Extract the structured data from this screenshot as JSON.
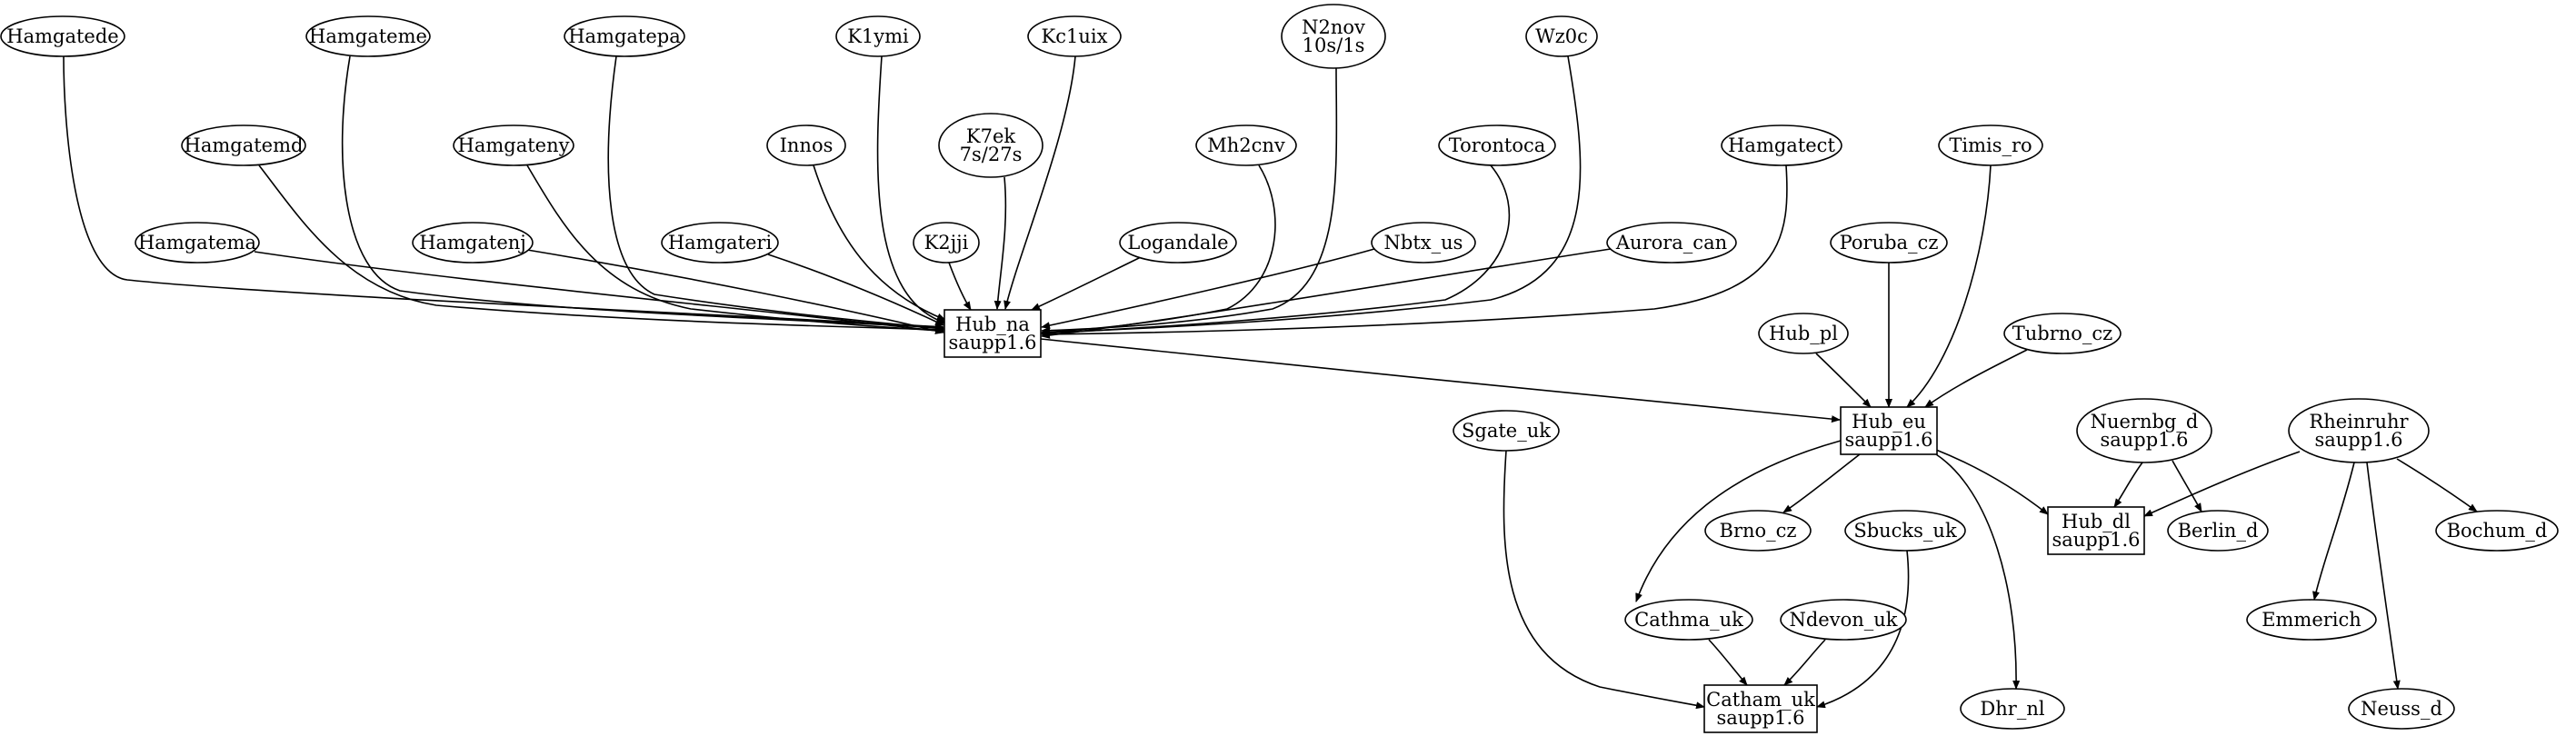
{
  "diagram": {
    "type": "directed-graph",
    "nodes": [
      {
        "id": "hamgatede",
        "shape": "ellipse",
        "lines": [
          "Hamgatede"
        ]
      },
      {
        "id": "hamgateme",
        "shape": "ellipse",
        "lines": [
          "Hamgateme"
        ]
      },
      {
        "id": "hamgatepa",
        "shape": "ellipse",
        "lines": [
          "Hamgatepa"
        ]
      },
      {
        "id": "k1ymi",
        "shape": "ellipse",
        "lines": [
          "K1ymi"
        ]
      },
      {
        "id": "kc1uix",
        "shape": "ellipse",
        "lines": [
          "Kc1uix"
        ]
      },
      {
        "id": "n2nov",
        "shape": "ellipse",
        "lines": [
          "N2nov",
          "10s/1s"
        ]
      },
      {
        "id": "wz0c",
        "shape": "ellipse",
        "lines": [
          "Wz0c"
        ]
      },
      {
        "id": "hamgatemd",
        "shape": "ellipse",
        "lines": [
          "Hamgatemd"
        ]
      },
      {
        "id": "hamgateny",
        "shape": "ellipse",
        "lines": [
          "Hamgateny"
        ]
      },
      {
        "id": "innos",
        "shape": "ellipse",
        "lines": [
          "Innos"
        ]
      },
      {
        "id": "k7ek",
        "shape": "ellipse",
        "lines": [
          "K7ek",
          "7s/27s"
        ]
      },
      {
        "id": "mh2cnv",
        "shape": "ellipse",
        "lines": [
          "Mh2cnv"
        ]
      },
      {
        "id": "torontoca",
        "shape": "ellipse",
        "lines": [
          "Torontoca"
        ]
      },
      {
        "id": "hamgatect",
        "shape": "ellipse",
        "lines": [
          "Hamgatect"
        ]
      },
      {
        "id": "timis_ro",
        "shape": "ellipse",
        "lines": [
          "Timis_ro"
        ]
      },
      {
        "id": "hamgatema",
        "shape": "ellipse",
        "lines": [
          "Hamgatema"
        ]
      },
      {
        "id": "hamgatenj",
        "shape": "ellipse",
        "lines": [
          "Hamgatenj"
        ]
      },
      {
        "id": "hamgateri",
        "shape": "ellipse",
        "lines": [
          "Hamgateri"
        ]
      },
      {
        "id": "k2jji",
        "shape": "ellipse",
        "lines": [
          "K2jji"
        ]
      },
      {
        "id": "logandale",
        "shape": "ellipse",
        "lines": [
          "Logandale"
        ]
      },
      {
        "id": "nbtx_us",
        "shape": "ellipse",
        "lines": [
          "Nbtx_us"
        ]
      },
      {
        "id": "aurora_can",
        "shape": "ellipse",
        "lines": [
          "Aurora_can"
        ]
      },
      {
        "id": "poruba_cz",
        "shape": "ellipse",
        "lines": [
          "Poruba_cz"
        ]
      },
      {
        "id": "hub_na",
        "shape": "box",
        "lines": [
          "Hub_na",
          "saupp1.6"
        ]
      },
      {
        "id": "hub_pl",
        "shape": "ellipse",
        "lines": [
          "Hub_pl"
        ]
      },
      {
        "id": "tubrno_cz",
        "shape": "ellipse",
        "lines": [
          "Tubrno_cz"
        ]
      },
      {
        "id": "hub_eu",
        "shape": "box",
        "lines": [
          "Hub_eu",
          "saupp1.6"
        ]
      },
      {
        "id": "sgate_uk",
        "shape": "ellipse",
        "lines": [
          "Sgate_uk"
        ]
      },
      {
        "id": "nuernbg_d",
        "shape": "ellipse",
        "lines": [
          "Nuernbg_d",
          "saupp1.6"
        ]
      },
      {
        "id": "rheinruhr",
        "shape": "ellipse",
        "lines": [
          "Rheinruhr",
          "saupp1.6"
        ]
      },
      {
        "id": "brno_cz",
        "shape": "ellipse",
        "lines": [
          "Brno_cz"
        ]
      },
      {
        "id": "sbucks_uk",
        "shape": "ellipse",
        "lines": [
          "Sbucks_uk"
        ]
      },
      {
        "id": "hub_dl",
        "shape": "box",
        "lines": [
          "Hub_dl",
          "saupp1.6"
        ]
      },
      {
        "id": "berlin_d",
        "shape": "ellipse",
        "lines": [
          "Berlin_d"
        ]
      },
      {
        "id": "bochum_d",
        "shape": "ellipse",
        "lines": [
          "Bochum_d"
        ]
      },
      {
        "id": "cathma_uk",
        "shape": "ellipse",
        "lines": [
          "Cathma_uk"
        ]
      },
      {
        "id": "ndevon_uk",
        "shape": "ellipse",
        "lines": [
          "Ndevon_uk"
        ]
      },
      {
        "id": "emmerich",
        "shape": "ellipse",
        "lines": [
          "Emmerich"
        ]
      },
      {
        "id": "catham_uk",
        "shape": "box",
        "lines": [
          "Catham_uk",
          "saupp1.6"
        ]
      },
      {
        "id": "dhr_nl",
        "shape": "ellipse",
        "lines": [
          "Dhr_nl"
        ]
      },
      {
        "id": "neuss_d",
        "shape": "ellipse",
        "lines": [
          "Neuss_d"
        ]
      }
    ],
    "edges": [
      {
        "from": "hamgatede",
        "to": "hub_na"
      },
      {
        "from": "hamgateme",
        "to": "hub_na"
      },
      {
        "from": "hamgatepa",
        "to": "hub_na"
      },
      {
        "from": "k1ymi",
        "to": "hub_na"
      },
      {
        "from": "kc1uix",
        "to": "hub_na"
      },
      {
        "from": "n2nov",
        "to": "hub_na"
      },
      {
        "from": "wz0c",
        "to": "hub_na"
      },
      {
        "from": "hamgatemd",
        "to": "hub_na"
      },
      {
        "from": "hamgateny",
        "to": "hub_na"
      },
      {
        "from": "innos",
        "to": "hub_na"
      },
      {
        "from": "k7ek",
        "to": "hub_na"
      },
      {
        "from": "mh2cnv",
        "to": "hub_na"
      },
      {
        "from": "torontoca",
        "to": "hub_na"
      },
      {
        "from": "hamgatect",
        "to": "hub_na"
      },
      {
        "from": "hamgatema",
        "to": "hub_na"
      },
      {
        "from": "hamgatenj",
        "to": "hub_na"
      },
      {
        "from": "hamgateri",
        "to": "hub_na"
      },
      {
        "from": "k2jji",
        "to": "hub_na"
      },
      {
        "from": "logandale",
        "to": "hub_na"
      },
      {
        "from": "nbtx_us",
        "to": "hub_na"
      },
      {
        "from": "aurora_can",
        "to": "hub_na"
      },
      {
        "from": "hub_na",
        "to": "hub_eu"
      },
      {
        "from": "timis_ro",
        "to": "hub_eu"
      },
      {
        "from": "poruba_cz",
        "to": "hub_eu"
      },
      {
        "from": "hub_pl",
        "to": "hub_eu"
      },
      {
        "from": "tubrno_cz",
        "to": "hub_eu"
      },
      {
        "from": "hub_eu",
        "to": "brno_cz"
      },
      {
        "from": "hub_eu",
        "to": "cathma_uk"
      },
      {
        "from": "hub_eu",
        "to": "hub_dl"
      },
      {
        "from": "hub_eu",
        "to": "dhr_nl"
      },
      {
        "from": "nuernbg_d",
        "to": "hub_dl"
      },
      {
        "from": "nuernbg_d",
        "to": "berlin_d"
      },
      {
        "from": "rheinruhr",
        "to": "hub_dl"
      },
      {
        "from": "rheinruhr",
        "to": "bochum_d"
      },
      {
        "from": "rheinruhr",
        "to": "emmerich"
      },
      {
        "from": "rheinruhr",
        "to": "neuss_d"
      },
      {
        "from": "sgate_uk",
        "to": "catham_uk"
      },
      {
        "from": "cathma_uk",
        "to": "catham_uk"
      },
      {
        "from": "ndevon_uk",
        "to": "catham_uk"
      },
      {
        "from": "sbucks_uk",
        "to": "catham_uk"
      }
    ]
  }
}
